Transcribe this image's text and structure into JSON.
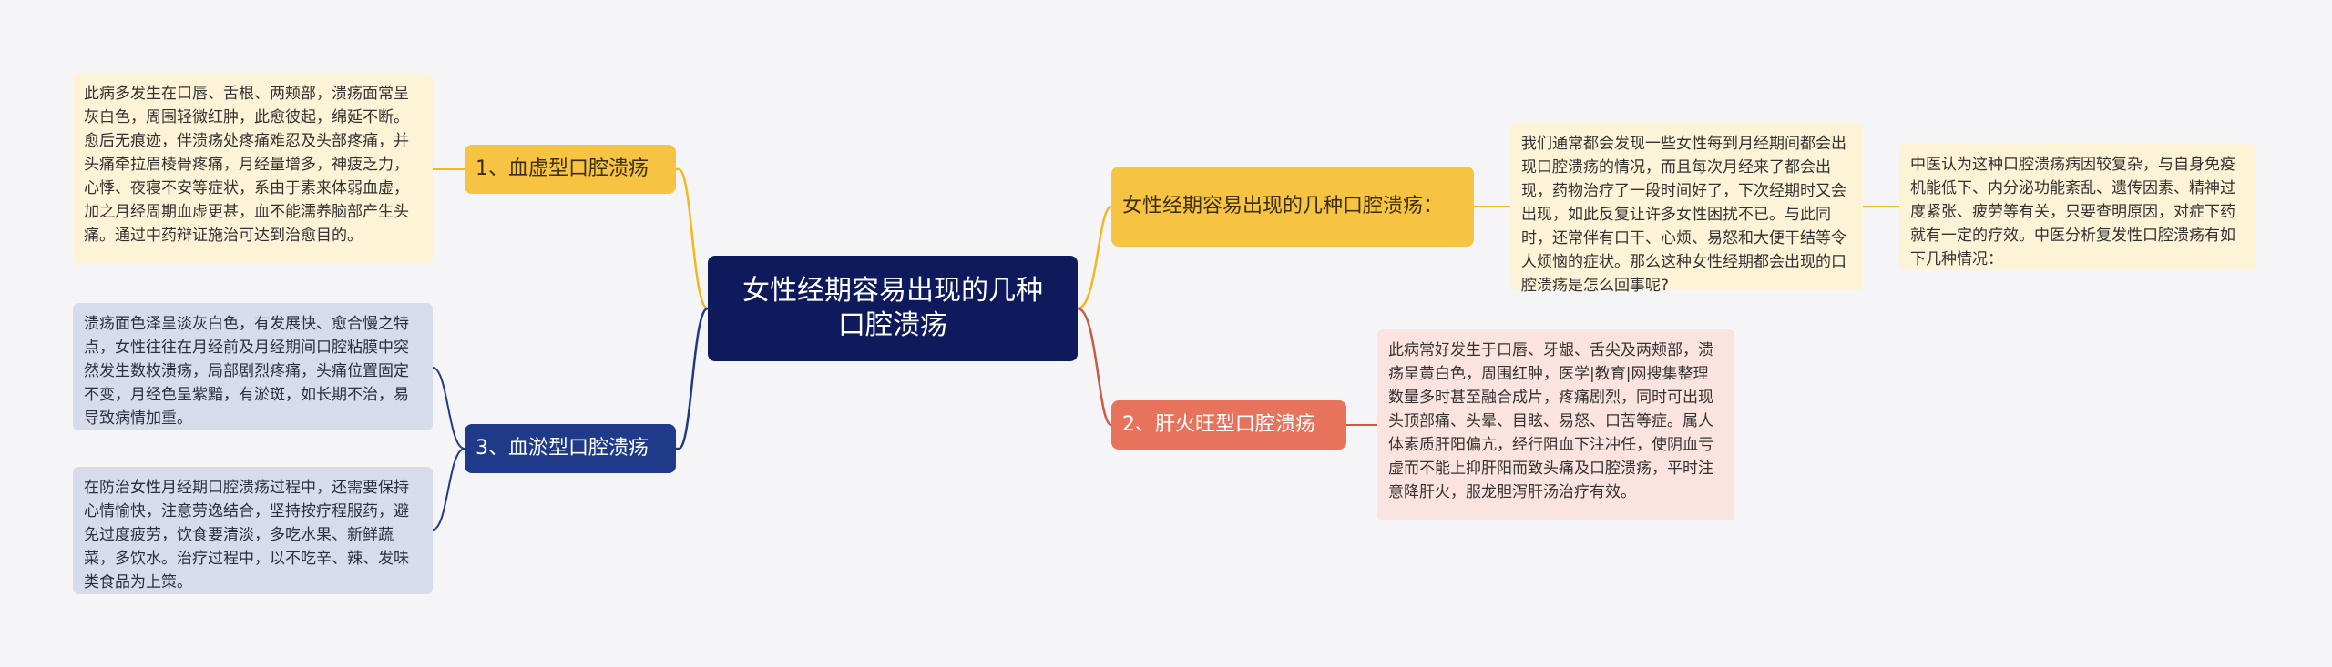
{
  "colors": {
    "root_bg": "#0e1a5c",
    "yellow": "#f6c343",
    "blue": "#1f3a88",
    "red": "#e8735c",
    "yellow_leaf": "#fdf3d6",
    "blue_leaf": "#d7dcec",
    "red_leaf": "#fbe3df",
    "link_yellow": "#f2b81f",
    "link_blue": "#1f3a88",
    "link_red": "#c95a45"
  },
  "root": {
    "text": "女性经期容易出现的几种口腔溃疡"
  },
  "branches": {
    "b1": {
      "label": "1、血虚型口腔溃疡",
      "leaf": "此病多发生在口唇、舌根、两颊部，溃疡面常呈灰白色，周围轻微红肿，此愈彼起，绵延不断。愈后无痕迹，伴溃疡处疼痛难忍及头部疼痛，并头痛牵拉眉棱骨疼痛，月经量增多，神疲乏力，心悸、夜寝不安等症状，系由于素来体弱血虚，加之月经周期血虚更甚，血不能濡养脑部产生头痛。通过中药辩证施治可达到治愈目的。"
    },
    "b3": {
      "label": "3、血淤型口腔溃疡",
      "leaf_a": "溃疡面色泽呈淡灰白色，有发展快、愈合慢之特点，女性往往在月经前及月经期间口腔粘膜中突然发生数枚溃疡，局部剧烈疼痛，头痛位置固定不变，月经色呈紫黯，有淤斑，如长期不治，易导致病情加重。",
      "leaf_b": "在防治女性月经期口腔溃疡过程中，还需要保持心情愉快，注意劳逸结合，坚持按疗程服药，避免过度疲劳，饮食要清淡，多吃水果、新鲜蔬菜，多饮水。治疗过程中，以不吃辛、辣、发味类食品为上策。"
    },
    "intro": {
      "label": "女性经期容易出现的几种口腔溃疡：",
      "leaf": "我们通常都会发现一些女性每到月经期间都会出现口腔溃疡的情况，而且每次月经来了都会出现，药物治疗了一段时间好了，下次经期时又会出现，如此反复让许多女性困扰不已。与此同时，还常伴有口干、心烦、易怒和大便干结等令人烦恼的症状。那么这种女性经期都会出现的口腔溃疡是怎么回事呢?",
      "leaf2": "中医认为这种口腔溃疡病因较复杂，与自身免疫机能低下、内分泌功能紊乱、遗传因素、精神过度紧张、疲劳等有关，只要查明原因，对症下药就有一定的疗效。中医分析复发性口腔溃疡有如下几种情况："
    },
    "b2": {
      "label": "2、肝火旺型口腔溃疡",
      "leaf": "此病常好发生于口唇、牙龈、舌尖及两颊部，溃疡呈黄白色，周围红肿，医学|教育|网搜集整理数量多时甚至融合成片，疼痛剧烈，同时可出现头顶部痛、头晕、目眩、易怒、口苦等症。属人体素质肝阳偏亢，经行阻血下注冲任，使阴血亏虚而不能上抑肝阳而致头痛及口腔溃疡，平时注意降肝火，服龙胆泻肝汤治疗有效。"
    }
  }
}
